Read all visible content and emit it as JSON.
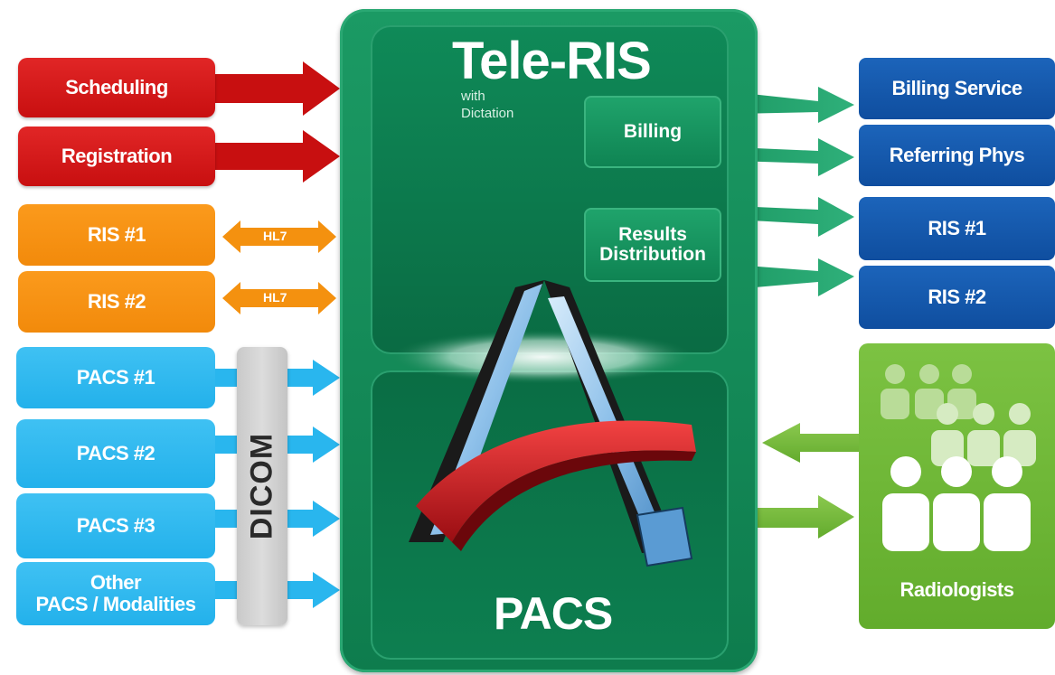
{
  "left": {
    "scheduling": "Scheduling",
    "registration": "Registration",
    "ris1": "RIS #1",
    "ris2": "RIS #2",
    "hl7_1": "HL7",
    "hl7_2": "HL7",
    "pacs1": "PACS #1",
    "pacs2": "PACS #2",
    "pacs3": "PACS #3",
    "other_line1": "Other",
    "other_line2": "PACS / Modalities",
    "dicom": "DICOM"
  },
  "center": {
    "title": "Tele-RIS",
    "subtitle_line1": "with",
    "subtitle_line2": "Dictation",
    "billing": "Billing",
    "results_line1": "Results",
    "results_line2": "Distribution",
    "bottom_title": "PACS"
  },
  "right": {
    "billing_service": "Billing Service",
    "referring_phys": "Referring Phys",
    "ris1": "RIS #1",
    "ris2": "RIS #2",
    "radiologists": "Radiologists"
  },
  "colors": {
    "red": "#c80f10",
    "orange": "#f28a0b",
    "cyan": "#23b1eb",
    "blue": "#0f4e9f",
    "green": "#0e7c4d",
    "lime": "#6ab434"
  },
  "icons": [
    "logo-a-icon",
    "people-group-icon"
  ]
}
